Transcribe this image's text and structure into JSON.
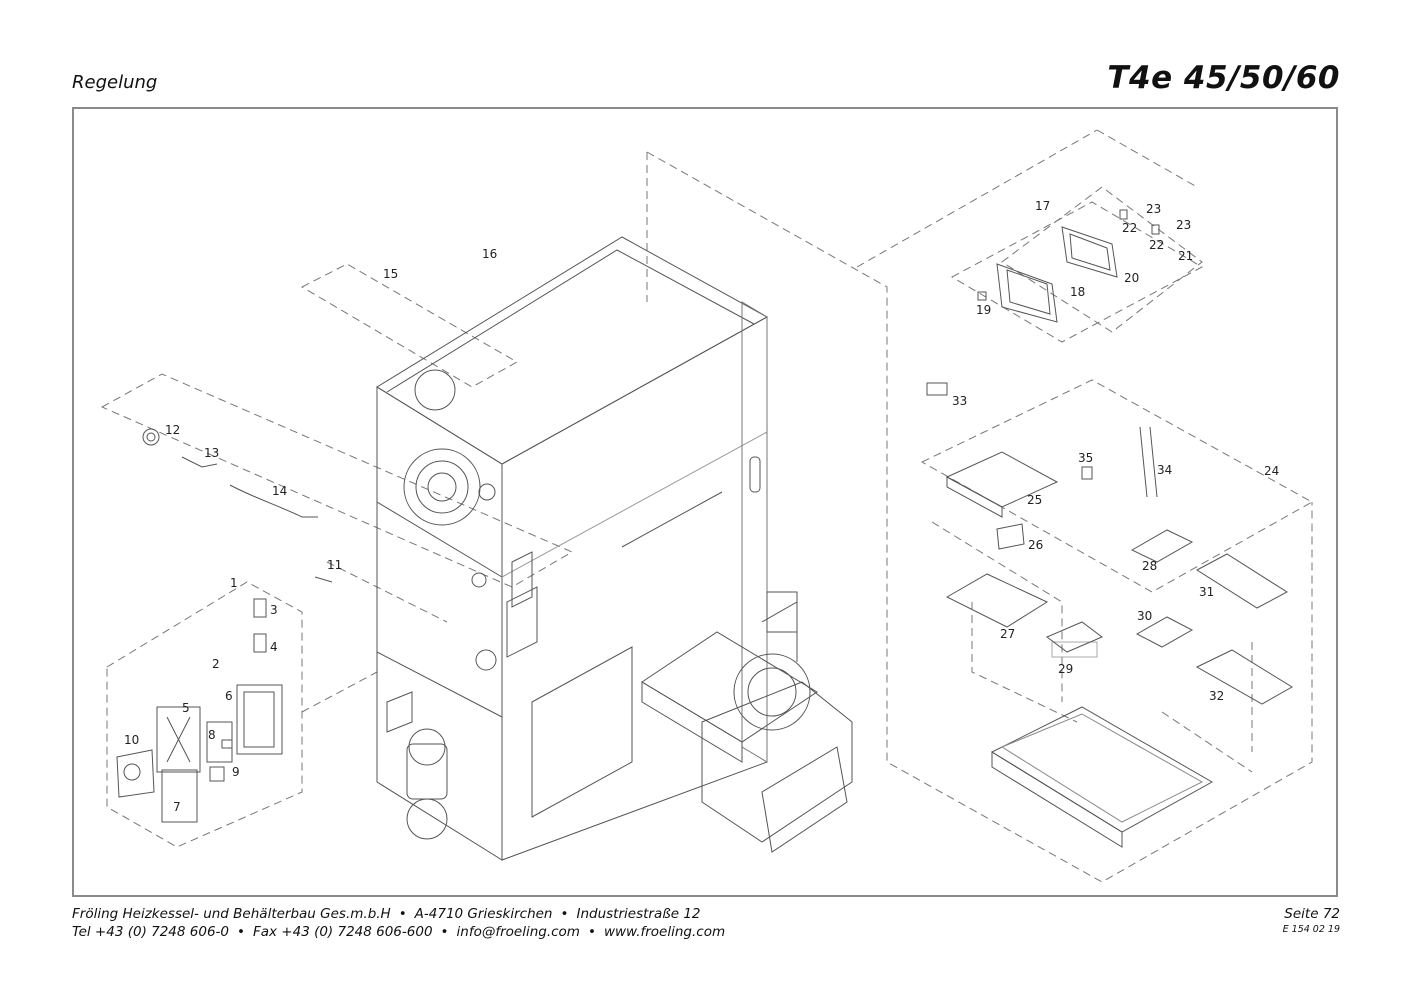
{
  "header": {
    "section_title": "Regelung",
    "model_title": "T4e 45/50/60"
  },
  "diagram": {
    "callouts": [
      "1",
      "2",
      "3",
      "4",
      "5",
      "6",
      "7",
      "8",
      "9",
      "10",
      "11",
      "12",
      "13",
      "14",
      "15",
      "16",
      "17",
      "18",
      "19",
      "20",
      "21",
      "22",
      "22",
      "23",
      "23",
      "24",
      "25",
      "26",
      "27",
      "28",
      "29",
      "30",
      "31",
      "32",
      "33",
      "34",
      "35"
    ]
  },
  "footer": {
    "company": "Fröling Heizkessel- und Behälterbau Ges.m.b.H",
    "address_city": "A-4710 Grieskirchen",
    "address_street": "Industriestraße 12",
    "phone": "Tel +43 (0) 7248 606-0",
    "fax": "Fax +43 (0) 7248 606-600",
    "email": "info@froeling.com",
    "web": "www.froeling.com",
    "bullet": "•",
    "page": "Seite 72",
    "doc_number": "E 154 02 19"
  }
}
